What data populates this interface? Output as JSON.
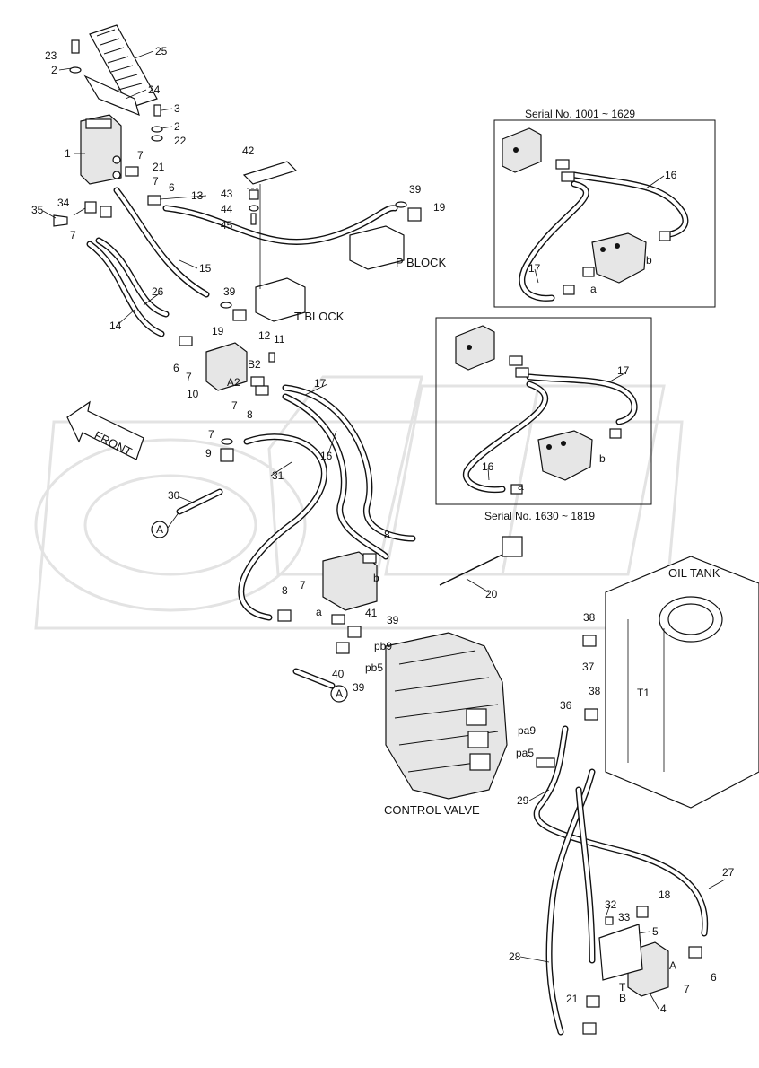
{
  "top_mark": "",
  "insets": {
    "serial_a": "Serial No. 1001 ~ 1629",
    "serial_b": "Serial No. 1630 ~ 1819"
  },
  "labels": {
    "p_block": "P  BLOCK",
    "t_block": "T  BLOCK",
    "front": "FRONT",
    "oil_tank": "OIL TANK",
    "control_valve": "CONTROL VALVE",
    "ref_a": "A"
  },
  "port_labels": [
    "a",
    "b",
    "a",
    "b",
    "A2",
    "B2",
    "a",
    "b",
    "pb9",
    "pb5",
    "pa9",
    "pa5",
    "T1",
    "T",
    "B",
    "A"
  ],
  "part_numbers": [
    "1",
    "2",
    "2",
    "3",
    "5",
    "4",
    "6",
    "6",
    "6",
    "7",
    "7",
    "7",
    "7",
    "7",
    "7",
    "7",
    "7",
    "8",
    "8",
    "8",
    "9",
    "10",
    "11",
    "12",
    "13",
    "14",
    "15",
    "16",
    "16",
    "16",
    "17",
    "17",
    "17",
    "18",
    "19",
    "19",
    "20",
    "21",
    "21",
    "22",
    "23",
    "24",
    "25",
    "26",
    "27",
    "28",
    "29",
    "30",
    "31",
    "32",
    "33",
    "34",
    "35",
    "36",
    "37",
    "38",
    "38",
    "39",
    "39",
    "39",
    "39",
    "40",
    "41",
    "42",
    "43",
    "44",
    "45"
  ]
}
